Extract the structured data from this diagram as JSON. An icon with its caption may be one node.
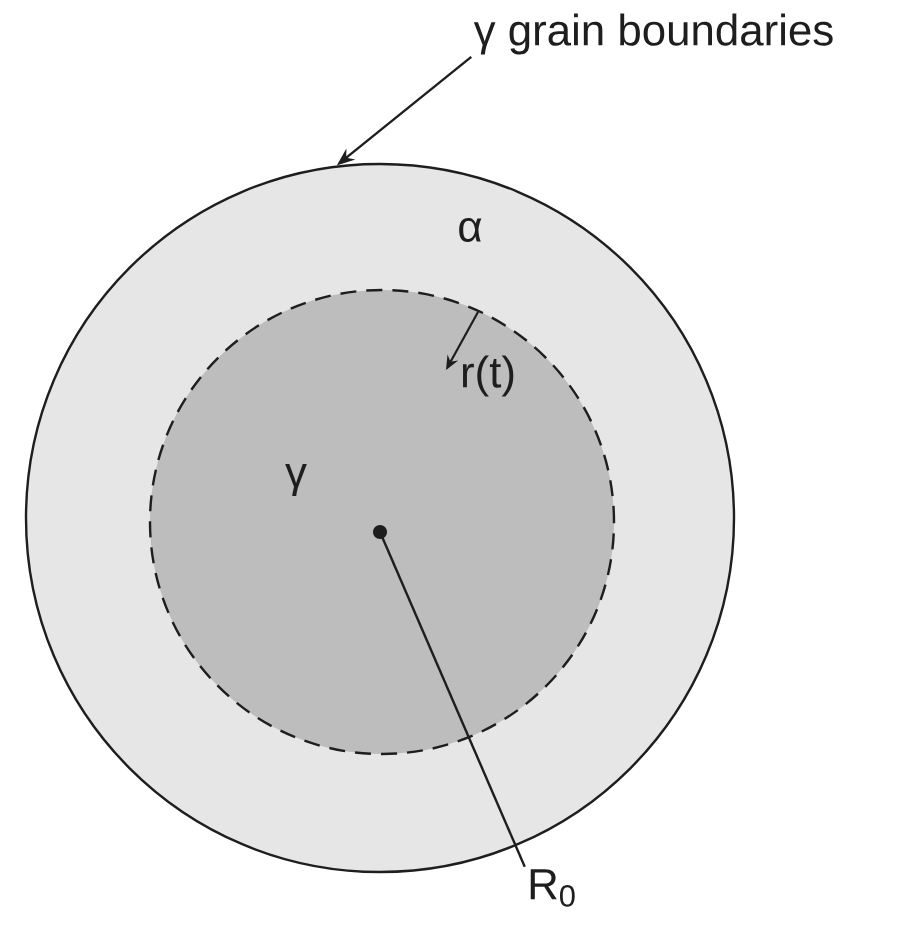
{
  "diagram": {
    "nodes": [
      {
        "text": [
          "α"
        ]
      },
      {
        "text": [
          "γ"
        ],
        "in": 0
      },
      {
        "text": [
          "γ grain boundaries"
        ]
      },
      {
        "text": [],
        "shape": "circle",
        "in": 1
      },
      {
        "text": [
          "R$_{0}$"
        ]
      }
    ],
    "edges": [
      {
        "from": 2,
        "to": 0,
        "arrow": "to"
      },
      {
        "from": 3,
        "to": 4,
        "arrow": "none"
      }
    ],
    "labels": [
      "r(t)"
    ]
  }
}
